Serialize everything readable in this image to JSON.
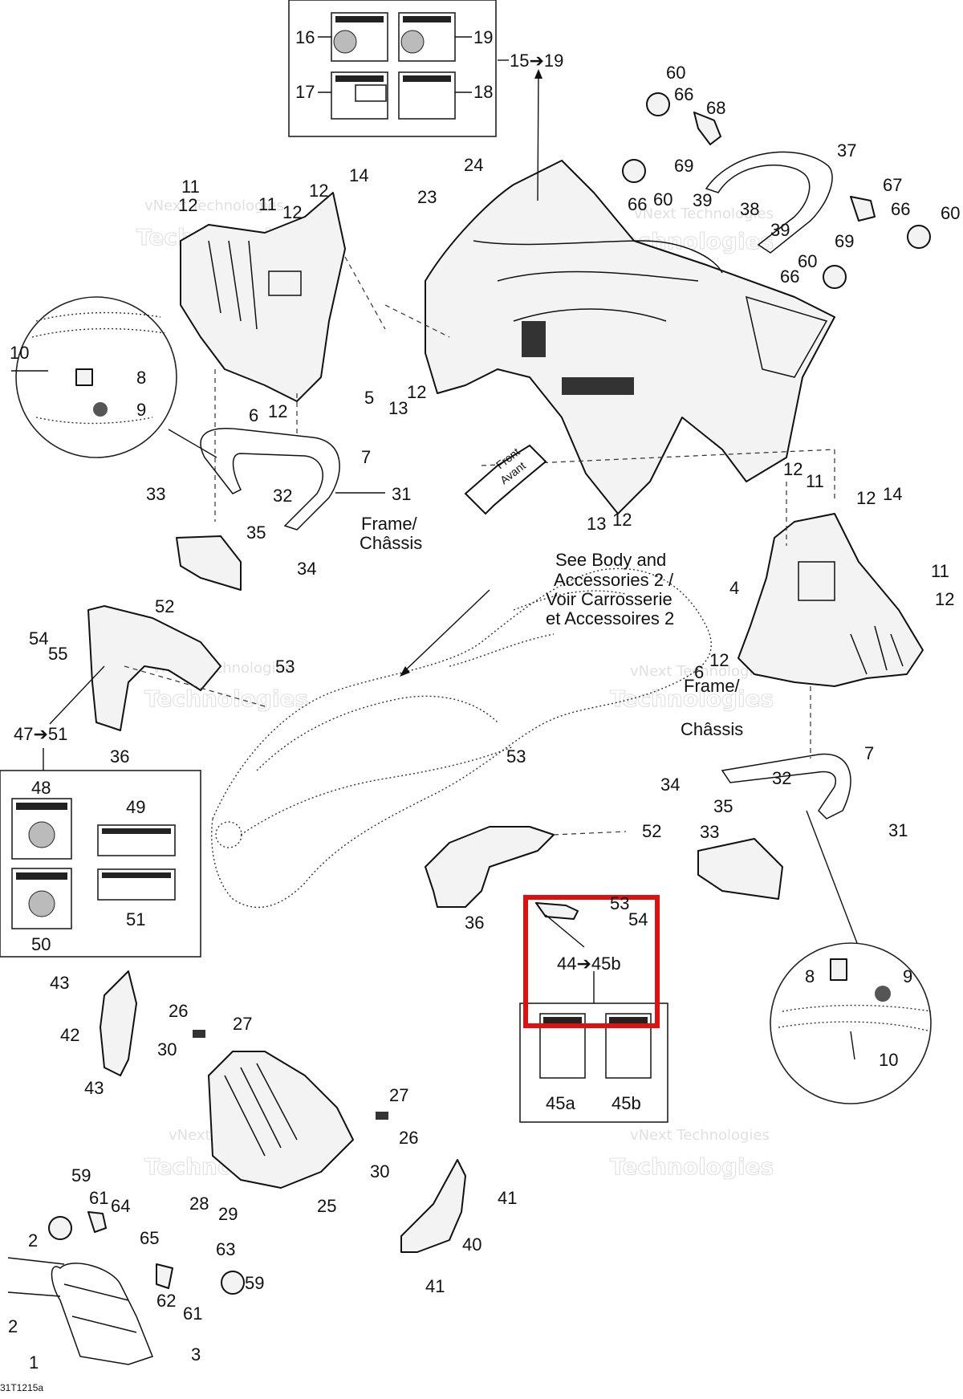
{
  "callouts": {
    "n1": "1",
    "n2": "2",
    "n3": "3",
    "n4": "4",
    "n5": "5",
    "n6": "6",
    "n7": "7",
    "n8": "8",
    "n9": "9",
    "n10": "10",
    "n11": "11",
    "n12": "12",
    "n13": "13",
    "n14": "14",
    "n16": "16",
    "n17": "17",
    "n18": "18",
    "n19": "19",
    "n15to19": "15➔19",
    "n23": "23",
    "n24": "24",
    "n25": "25",
    "n26": "26",
    "n27": "27",
    "n28": "28",
    "n29": "29",
    "n30": "30",
    "n31": "31",
    "n32": "32",
    "n33": "33",
    "n34": "34",
    "n35": "35",
    "n36": "36",
    "n37": "37",
    "n38": "38",
    "n39": "39",
    "n40": "40",
    "n41": "41",
    "n42": "42",
    "n43": "43",
    "n44to45b": "44➔45b",
    "n45a": "45a",
    "n45b": "45b",
    "n47to51": "47➔51",
    "n48": "48",
    "n49": "49",
    "n50": "50",
    "n51": "51",
    "n52": "52",
    "n53": "53",
    "n54": "54",
    "n55": "55",
    "n59": "59",
    "n60": "60",
    "n61": "61",
    "n62": "62",
    "n63": "63",
    "n64": "64",
    "n65": "65",
    "n66": "66",
    "n67": "67",
    "n68": "68",
    "n69": "69"
  },
  "notes": {
    "frame_chassis_line1": "Frame/",
    "frame_chassis_line2": "Châssis",
    "see_body_line1": "See Body and",
    "see_body_line2": "Accessories 2 /",
    "see_body_line3": "Voir Carrosserie",
    "see_body_line4": "et Accessoires 2",
    "front_line1": "Front",
    "front_line2": "Avant"
  },
  "footer": {
    "code": "31T1215a"
  },
  "watermark": {
    "line1": "vNext Technologies",
    "line2": "Technologies"
  },
  "highlight": {
    "color": "#e01010"
  }
}
